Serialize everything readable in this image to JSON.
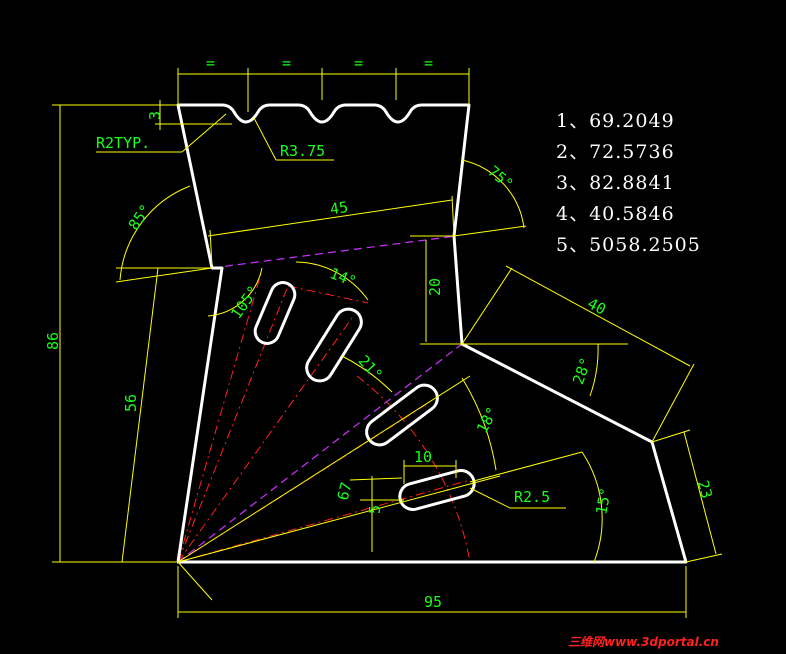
{
  "colors": {
    "background": "#000000",
    "outline": "#ffffff",
    "dimension_line": "#ffff00",
    "dimension_text": "#19ff19",
    "center_line": "#ff2020",
    "construction_line": "#d030ff",
    "watermark": "#ff2020"
  },
  "dimensions": {
    "eq_1": "=",
    "eq_2": "=",
    "eq_3": "=",
    "eq_4": "=",
    "three": "3",
    "r2typ": "R2TYP.",
    "r375": "R3.75",
    "angle_85": "85°",
    "angle_75": "75°",
    "d45": "45",
    "d20": "20",
    "angle_105": "105°",
    "angle_14": "14°",
    "d86": "86",
    "d56": "56",
    "d40": "40",
    "angle_28": "28°",
    "angle_21": "21°",
    "angle_18": "18°",
    "d10": "10",
    "d67": "67",
    "d5": "5",
    "r25": "R2.5",
    "angle_15": "15°",
    "d23": "23",
    "d95": "95"
  },
  "results": [
    "1、69.2049",
    "2、72.5736",
    "3、82.8841",
    "4、40.5846",
    "5、5058.2505"
  ],
  "watermark": "三维网www.3dportal.cn"
}
